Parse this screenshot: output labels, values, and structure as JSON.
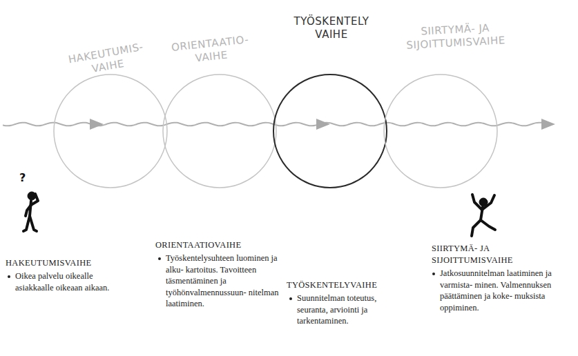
{
  "diagram": {
    "nodes": [
      {
        "text": [
          "HAKEUTUMIS- VAIHE"
        ]
      },
      {
        "text": [
          "ORIENTAATIO- VAIHE"
        ]
      },
      {
        "text": [
          "TYÖSKENTELY VAIHE"
        ]
      },
      {
        "text": [
          "SIIRTYMÄ- JA SIJOITTUMISVAIHE"
        ]
      }
    ],
    "labels": [
      "?",
      "HAKEUTUMISVAIHE",
      "Oikea palvelu oikealle asiakkaalle oikeaan aikaan.",
      "ORIENTAATIOVAIHE",
      "Työskentelysuhteen luominen ja alku- kartoitus. Tavoitteen täsmentäminen ja työhönvalmennussuun- nitelman laatiminen.",
      "TYÖSKENTELYVAIHE",
      "Suunnitelman toteutus, seuranta, arviointi ja tarkentaminen.",
      "SIIRTYMÄ- JA SIJOITTUMISVAIHE",
      "Jatkosuunnitelman laatiminen ja varmista- minen. Valmennuksen päättäminen ja koke- muksista oppiminen."
    ]
  }
}
